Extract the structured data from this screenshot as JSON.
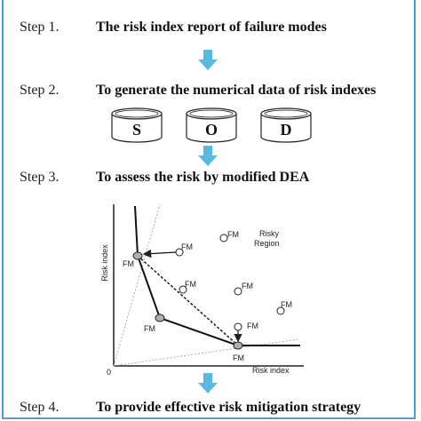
{
  "steps": [
    {
      "label": "Step 1.",
      "title": "The risk index report of failure modes"
    },
    {
      "label": "Step 2.",
      "title": "To generate the numerical data of risk indexes"
    },
    {
      "label": "Step 3.",
      "title": "To assess the risk by modified DEA"
    },
    {
      "label": "Step 4.",
      "title": "To provide effective risk mitigation strategy"
    }
  ],
  "databases": [
    "S",
    "O",
    "D"
  ],
  "plot": {
    "y_axis_label": "Risk index",
    "x_axis_label": "Risk index",
    "origin_label": "0",
    "region_label_line1": "Risky",
    "region_label_line2": "Region",
    "point_label": "FM"
  },
  "colors": {
    "frame": "#4aa0d0",
    "arrow": "#5bb8e0",
    "frontier_point": "#b0b0b0"
  }
}
